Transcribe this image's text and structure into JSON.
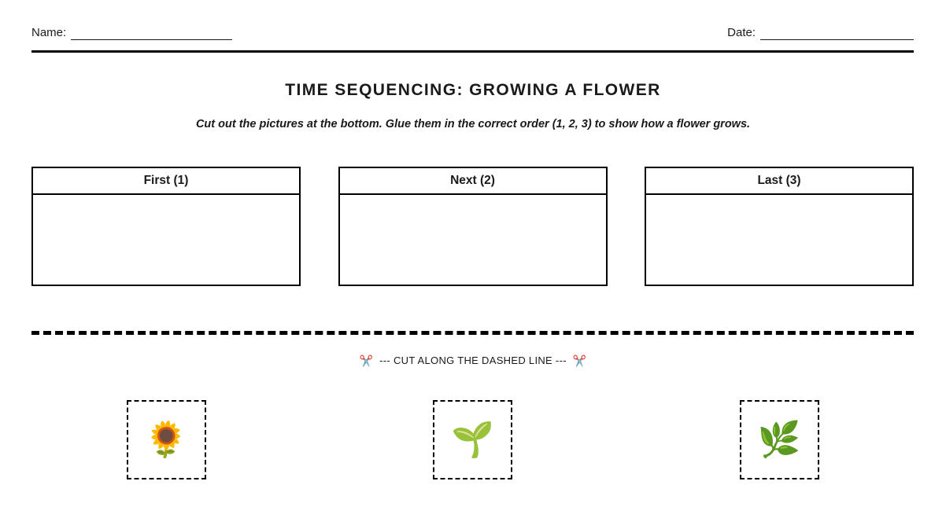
{
  "header": {
    "name_label": "Name:",
    "date_label": "Date:",
    "name_value": "",
    "date_value": ""
  },
  "title": "TIME SEQUENCING: GROWING A FLOWER",
  "instructions": "Cut out the pictures at the bottom. Glue them in the correct order (1, 2, 3) to show how a flower grows.",
  "sequence_boxes": [
    {
      "label": "First (1)",
      "content": ""
    },
    {
      "label": "Next (2)",
      "content": ""
    },
    {
      "label": "Last (3)",
      "content": ""
    }
  ],
  "cut_line": {
    "caption_text": "--- CUT ALONG THE DASHED LINE ---",
    "left_icon": "scissors-icon",
    "right_icon": "scissors-icon",
    "scissors_glyph": "✂️"
  },
  "cut_cards": [
    {
      "icon_name": "sunflower-icon",
      "glyph": "🌻",
      "meaning": "flower"
    },
    {
      "icon_name": "seedling-icon",
      "glyph": "🌱",
      "meaning": "seedling"
    },
    {
      "icon_name": "herb-icon",
      "glyph": "🌿",
      "meaning": "leafy plant"
    }
  ],
  "colors": {
    "ink": "#1a1a1a",
    "rule": "#000000",
    "page_background": "#ffffff",
    "scissors": "#e8566f"
  }
}
